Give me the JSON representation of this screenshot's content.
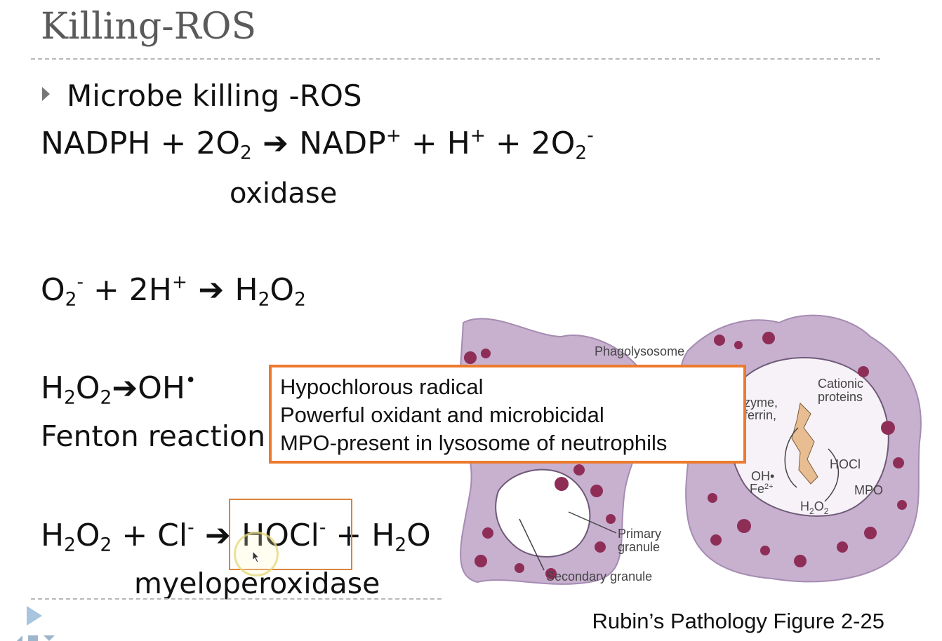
{
  "slide": {
    "title": "Killing-ROS",
    "bullet": "Microbe killing -ROS",
    "eq1": {
      "a": "NADPH + 2O",
      "a_sub": "2",
      "arrow": " ➔ ",
      "b": "NADP",
      "b_sup": "+",
      "c": " + H",
      "c_sup": "+",
      "d": " + 2O",
      "d_sub": "2",
      "d_sup": "-"
    },
    "eq1_label": "oxidase",
    "eq2": {
      "a": "O",
      "a_sub": "2",
      "a_sup": "-",
      "b": " + 2H",
      "b_sup": "+",
      "arrow": " ➔ ",
      "c": "H",
      "c_sub": "2",
      "d": "O",
      "d_sub": "2"
    },
    "eq3": {
      "a": "H",
      "a_sub": "2",
      "b": "O",
      "b_sub": "2",
      "arrow": "➔",
      "c": "OH",
      "c_sup": "•"
    },
    "eq3_label": "Fenton reaction",
    "eq4": {
      "a": "H",
      "a_sub": "2",
      "b": "O",
      "b_sub": "2",
      "c": " + Cl",
      "c_sup": "-",
      "arrow": " ➔ ",
      "d": "HOCl",
      "d_sup": "-",
      "e": " + H",
      "e_sub": "2",
      "f": "O"
    },
    "eq4_label": "myeloperoxidase",
    "callout": {
      "lines": [
        "Hypochlorous radical",
        "Powerful oxidant and microbicidal",
        "MPO-present in lysosome of neutrophils"
      ],
      "border_color": "#ec7a2d"
    },
    "figure": {
      "labels": {
        "phagolysosome": "Phagolysosome",
        "cationic1": "Cationic",
        "cationic2": "proteins",
        "lyso1": "zyme,",
        "lyso2": "ferrin,",
        "hocl": "HOCl",
        "mpo": "MPO",
        "oh": "OH•",
        "fe": "Fe",
        "fe_sup": "2+",
        "h2o2_h": "H",
        "h2o2_2a": "2",
        "h2o2_o": "O",
        "h2o2_2b": "2",
        "primary1": "Primary",
        "primary2": "granule",
        "secondary": "Secondary granule"
      },
      "cell_color": "#c8b0cf",
      "granule_color": "#8e2e57"
    },
    "caption": "Rubin’s Pathology Figure 2-25"
  }
}
